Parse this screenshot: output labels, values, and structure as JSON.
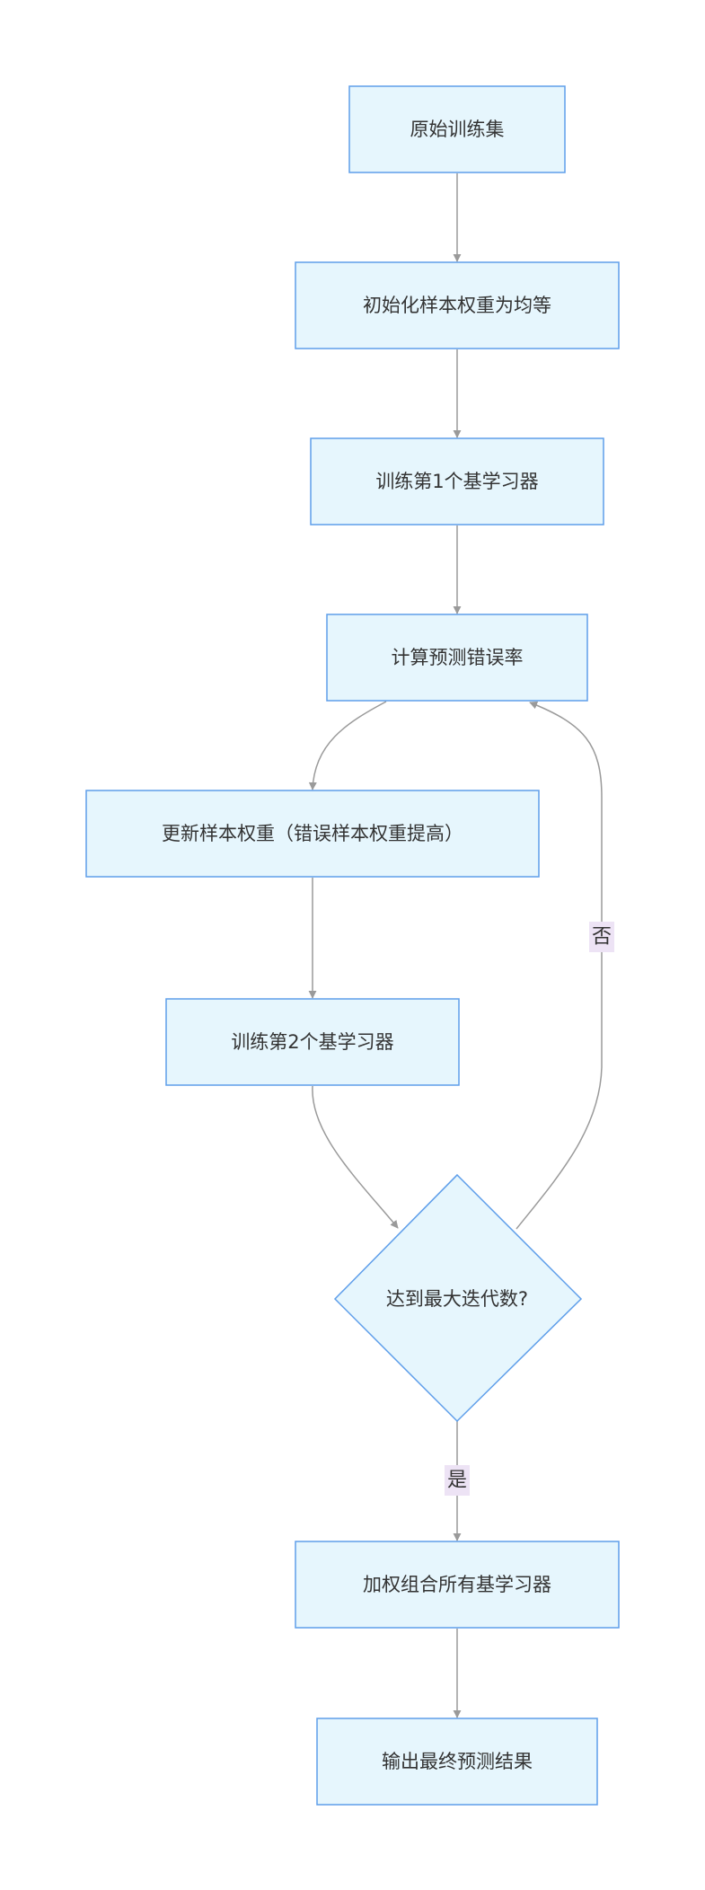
{
  "nodes": {
    "start": "原始训练集",
    "init": "初始化样本权重为均等",
    "train1": "训练第1个基学习器",
    "calc": "计算预测错误率",
    "update": "更新样本权重（错误样本权重提高）",
    "train2": "训练第2个基学习器",
    "decision": "达到最大迭代数?",
    "combine": "加权组合所有基学习器",
    "output": "输出最终预测结果"
  },
  "edge_labels": {
    "yes": "是",
    "no": "否"
  },
  "colors": {
    "node_fill": "#e6f6fd",
    "node_stroke": "#5e9eea",
    "edge": "#9a9a9a",
    "label_bg": "#ede3f5"
  }
}
